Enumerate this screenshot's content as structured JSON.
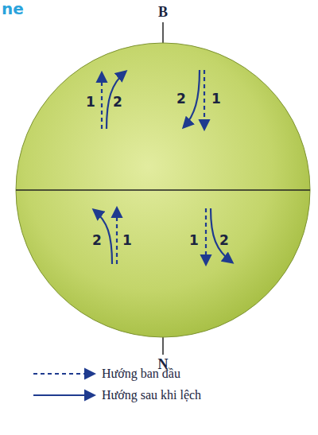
{
  "diagram": {
    "labels": [
      "ne",
      "B",
      "1",
      "2",
      "2",
      "1",
      "2",
      "1",
      "1",
      "2",
      "N"
    ],
    "legend": [
      {
        "text": "Hướng ban đầu"
      },
      {
        "text": "Hướng sau khi lệch"
      }
    ]
  }
}
